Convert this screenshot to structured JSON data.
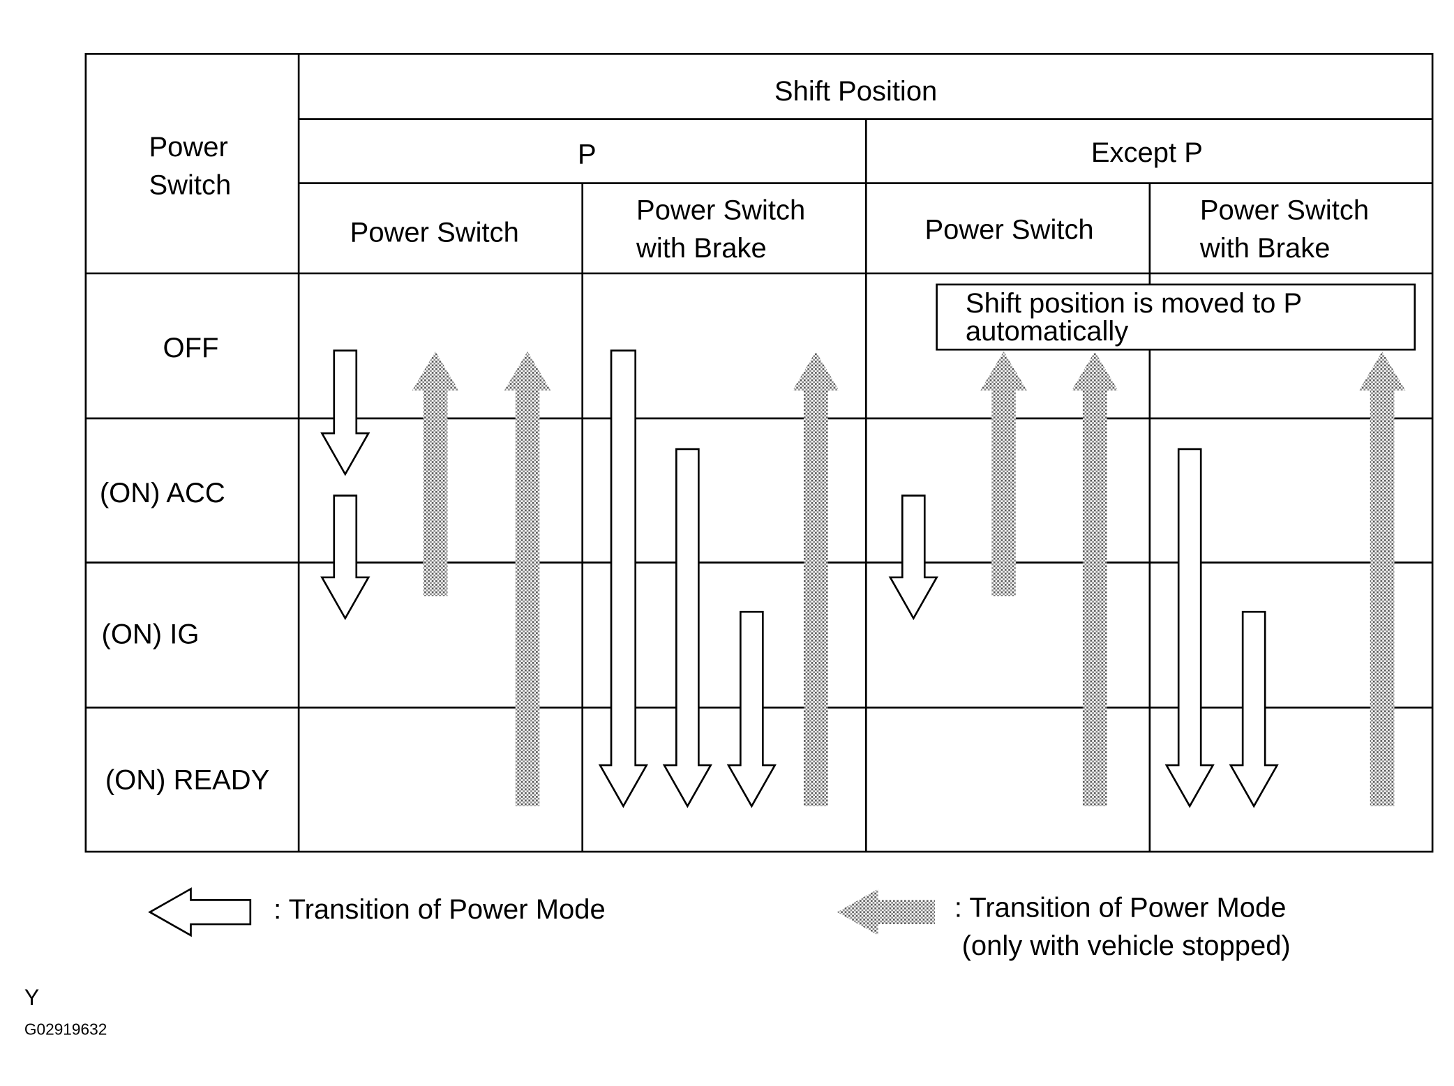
{
  "header": {
    "power_switch_col": [
      "Power",
      "Switch"
    ],
    "shift_position": "Shift Position",
    "p": "P",
    "except_p": "Except P",
    "sub_power_switch_p": "Power Switch",
    "sub_power_switch_brake_p": [
      "Power Switch",
      "with Brake"
    ],
    "sub_power_switch_except": "Power Switch",
    "sub_power_switch_brake_except": [
      "Power Switch",
      "with Brake"
    ]
  },
  "rows": [
    "OFF",
    "(ON) ACC",
    "(ON) IG",
    "(ON) READY"
  ],
  "note": [
    "Shift position is moved to P",
    "automatically"
  ],
  "legend": {
    "white_arrow": ": Transition of Power Mode",
    "shaded_arrow": [
      ": Transition of Power Mode",
      "(only with vehicle stopped)"
    ]
  },
  "footer": {
    "letter": "Y",
    "code": "G02919632"
  },
  "colors": {
    "line": "#000000",
    "arrow_fill_white": "#ffffff",
    "arrow_fill_shaded": "#bdbdbd"
  }
}
